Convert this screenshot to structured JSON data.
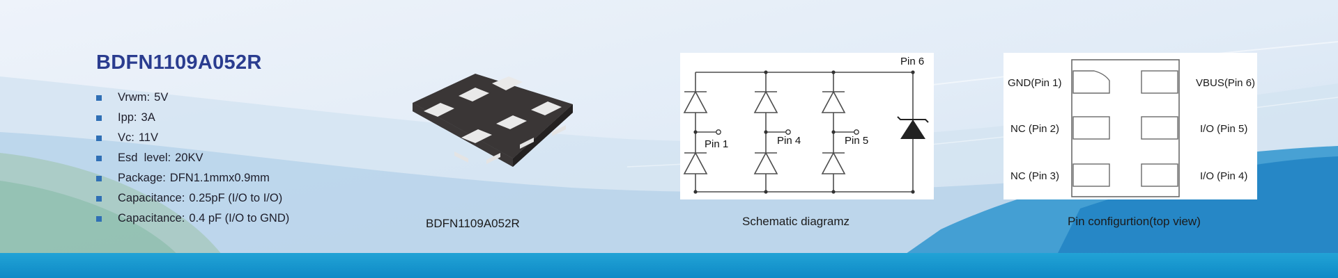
{
  "product": {
    "title": "BDFN1109A052R",
    "specs": [
      {
        "label": "Vrwm:",
        "value": "5V"
      },
      {
        "label": "Ipp:",
        "value": "3A"
      },
      {
        "label": "Vc:",
        "value": "11V"
      },
      {
        "label": "Esd  level:",
        "value": "20KV"
      },
      {
        "label": "Package:",
        "value": "DFN1.1mmx0.9mm"
      },
      {
        "label": "Capacitance:",
        "value": "0.25pF (I/O to I/O)"
      },
      {
        "label": "Capacitance:",
        "value": "0.4 pF (I/O to GND)"
      }
    ]
  },
  "figures": {
    "package_caption": "BDFN1109A052R",
    "schematic_caption": "Schematic diagramz",
    "pinout_caption": "Pin configurtion(top view)"
  },
  "schematic": {
    "pin6": "Pin 6",
    "pin1": "Pin 1",
    "pin4": "Pin 4",
    "pin5": "Pin 5"
  },
  "pinout": {
    "left": [
      "GND(Pin 1)",
      "NC (Pin 2)",
      "NC (Pin 3)"
    ],
    "right": [
      "VBUS(Pin 6)",
      "I/O (Pin 5)",
      "I/O (Pin 4)"
    ]
  },
  "colors": {
    "title": "#2a3c8f",
    "bullet": "#2f6fb5",
    "bottom_band": "#1598cf"
  }
}
